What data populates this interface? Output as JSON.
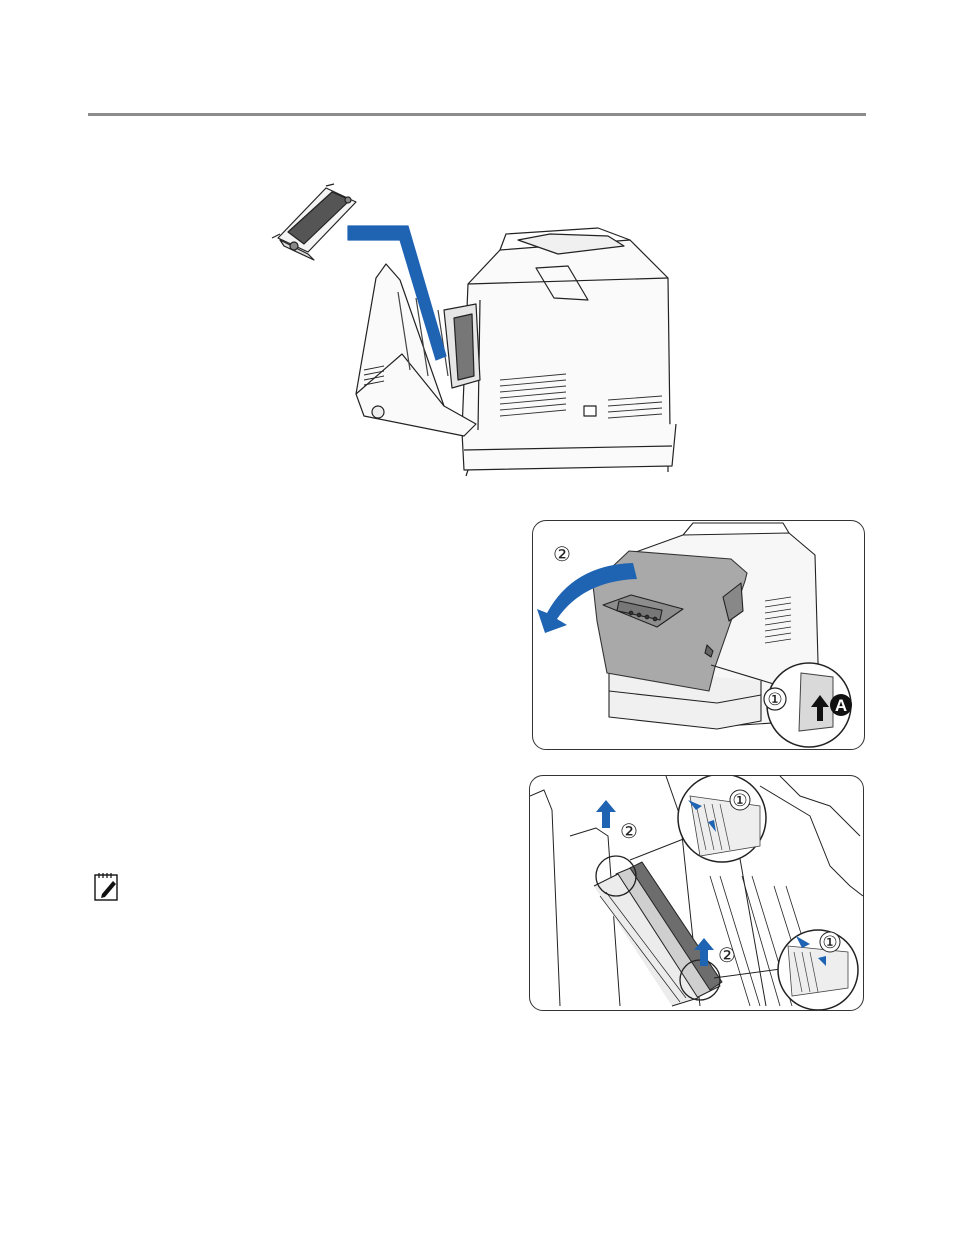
{
  "colors": {
    "rule": "#8c8c8c",
    "accent_blue": "#1f63b3",
    "line": "#222222"
  },
  "figure_top": {
    "icon": "printer-drum-insertion-illustration"
  },
  "figure_middle": {
    "step_open_cover": "②",
    "step_press_button": "①",
    "button_label": "A"
  },
  "figure_bottom": {
    "step_release_levers_top": "①",
    "step_lift_top": "②",
    "step_lift_bottom": "②",
    "step_release_levers_bottom": "①"
  },
  "note": {
    "icon": "note-pencil-icon"
  }
}
